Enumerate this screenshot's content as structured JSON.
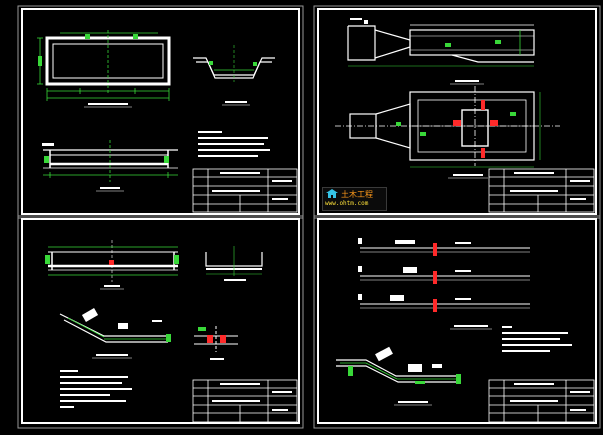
{
  "watermark": {
    "brand": "土木工程",
    "url": "www.ohtm.com",
    "logo_icon": "house-logo-icon"
  },
  "colors": {
    "background": "#000000",
    "line": "#ffffff",
    "dimension": "#39d839",
    "accent": "#ff2a2a",
    "cyan": "#35c3e6",
    "watermark_brand": "#ff9a1a",
    "watermark_url": "#ffe23a"
  },
  "sheets": [
    {
      "id": "top-left"
    },
    {
      "id": "top-right"
    },
    {
      "id": "bottom-left"
    },
    {
      "id": "bottom-right"
    }
  ]
}
